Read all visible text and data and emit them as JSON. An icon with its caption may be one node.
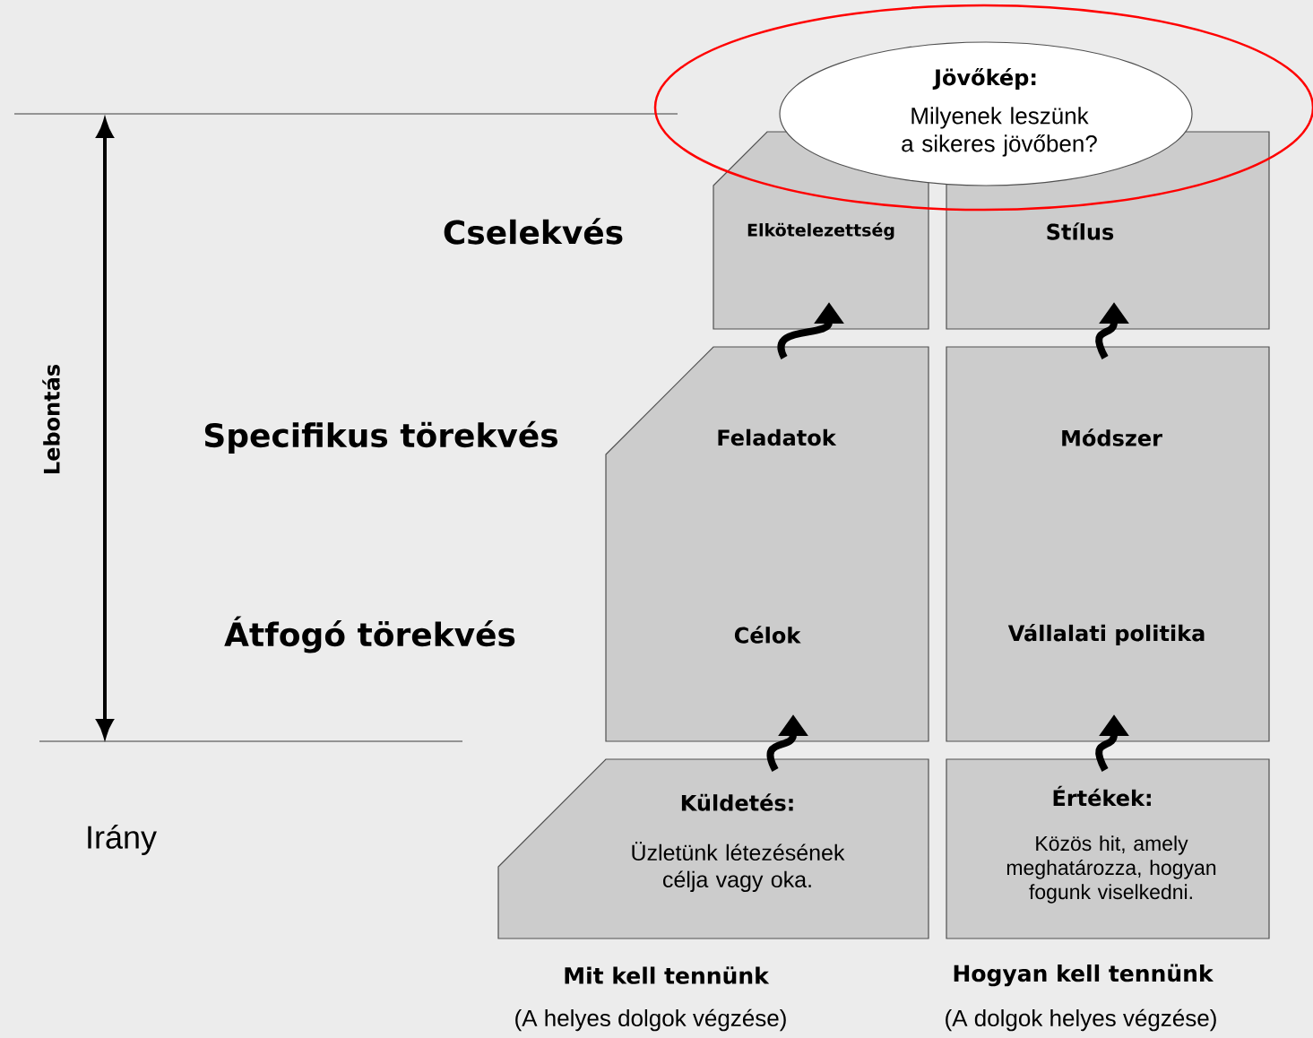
{
  "diagram": {
    "nodes": [
      {
        "text": [
          "Jövőkép:",
          "Milyenek leszünk a sikeres jövőben?"
        ]
      },
      {
        "text": [
          "Elkötelezettség"
        ]
      },
      {
        "text": [
          "Stílus"
        ]
      },
      {
        "text": [
          "Feladatok",
          "Célok"
        ]
      },
      {
        "text": [
          "Módszer",
          "Vállalati politika"
        ]
      },
      {
        "text": [
          "Küldetés:",
          "Üzletünk létezésének célja vagy oka."
        ]
      },
      {
        "text": [
          "Értékek:",
          "Közös hit, amely meghatározza, hogyan fogunk viselkedni."
        ]
      }
    ],
    "edges": [
      {
        "from": 5,
        "to": 3,
        "arrow": "to"
      },
      {
        "from": 6,
        "to": 4,
        "arrow": "to"
      },
      {
        "from": 3,
        "to": 1,
        "arrow": "to"
      },
      {
        "from": 4,
        "to": 2,
        "arrow": "to"
      }
    ],
    "labels": [
      "Cselekvés",
      "Lebontás",
      "Specifikus törekvés",
      "Átfogó törekvés",
      "Irány",
      "Mit kell tennünk",
      "Hogyan kell tennünk",
      "(A helyes dolgok végzése)",
      "(A dolgok helyes végzése)"
    ]
  }
}
